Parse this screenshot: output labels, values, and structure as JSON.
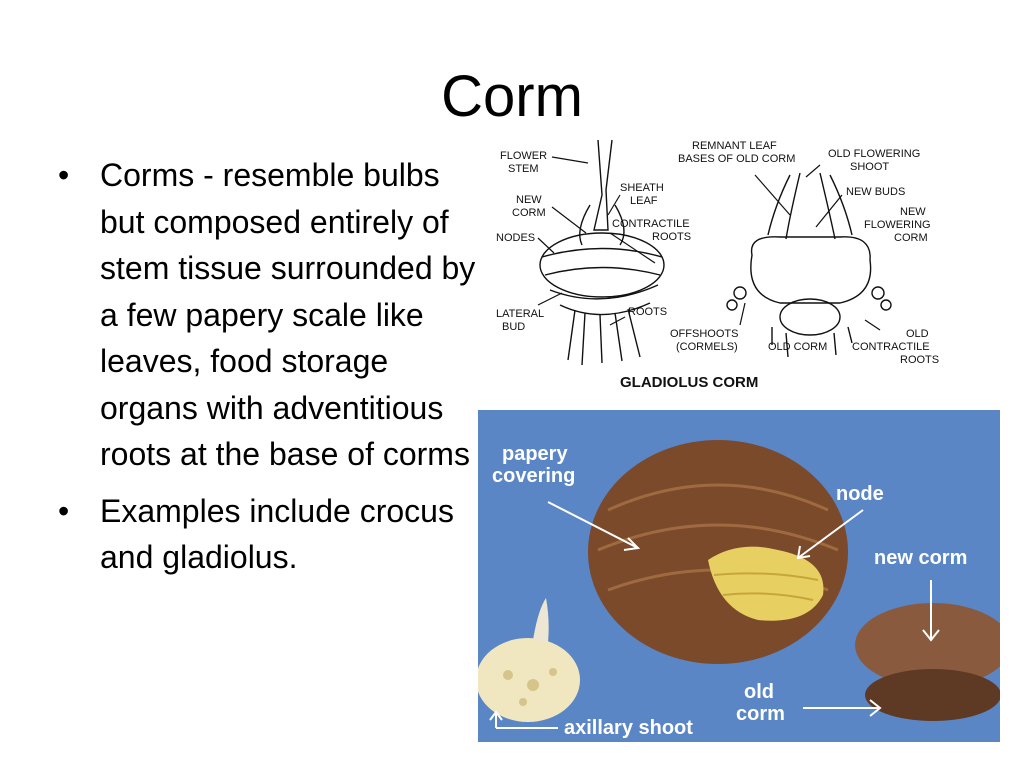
{
  "slide": {
    "title": "Corm"
  },
  "bullets": [
    "Corms - resemble bulbs but composed entirely of stem tissue surrounded by a few papery scale like leaves, food storage organs with adventitious roots at the base of corms",
    "Examples include crocus and gladiolus."
  ],
  "diagram": {
    "caption": "GLADIOLUS CORM",
    "labels": {
      "flower_stem_1": "FLOWER",
      "flower_stem_2": "STEM",
      "new_corm_1": "NEW",
      "new_corm_2": "CORM",
      "nodes": "NODES",
      "lateral_bud_1": "LATERAL",
      "lateral_bud_2": "BUD",
      "sheath_leaf_1": "SHEATH",
      "sheath_leaf_2": "LEAF",
      "contractile_roots_1": "CONTRACTILE",
      "contractile_roots_2": "ROOTS",
      "roots": "ROOTS",
      "remnant_leaf_1": "REMNANT LEAF",
      "remnant_leaf_2": "BASES OF OLD CORM",
      "old_flowering_shoot_1": "OLD FLOWERING",
      "old_flowering_shoot_2": "SHOOT",
      "new_buds": "NEW BUDS",
      "new_flowering_corm_1": "NEW",
      "new_flowering_corm_2": "FLOWERING",
      "new_flowering_corm_3": "CORM",
      "offshoots_1": "OFFSHOOTS",
      "offshoots_2": "(CORMELS)",
      "old_corm": "OLD CORM",
      "old_contractile_roots_1": "OLD",
      "old_contractile_roots_2": "CONTRACTILE",
      "old_contractile_roots_3": "ROOTS"
    }
  },
  "photo": {
    "labels": {
      "papery_covering_1": "papery",
      "papery_covering_2": "covering",
      "node": "node",
      "new_corm": "new corm",
      "old_corm_1": "old",
      "old_corm_2": "corm",
      "axillary_shoot": "axillary shoot"
    }
  },
  "colors": {
    "photo_background": "#5b86c6",
    "corm_brown": "#7a4a2a",
    "corm_yellow": "#e8cf62"
  }
}
